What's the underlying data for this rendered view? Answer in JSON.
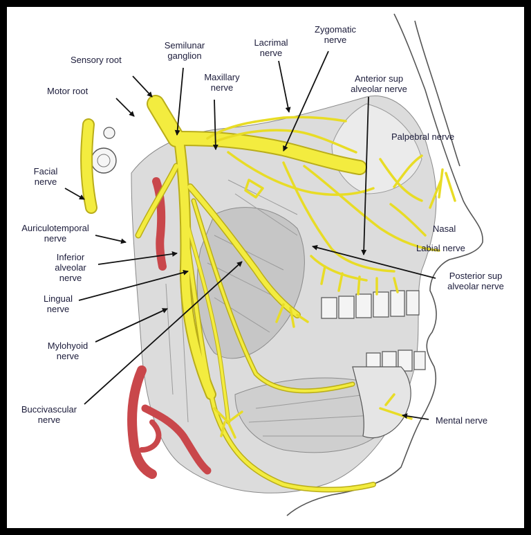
{
  "labels": {
    "sensory_root": "Sensory root",
    "semilunar_ganglion": [
      "Semilunar",
      "ganglion"
    ],
    "lacrimal_nerve": [
      "Lacrimal",
      "nerve"
    ],
    "zygomatic_nerve": [
      "Zygomatic",
      "nerve"
    ],
    "motor_root": "Motor root",
    "maxillary_nerve": [
      "Maxillary",
      "nerve"
    ],
    "anterior_sup_alveolar_nerve": [
      "Anterior sup",
      "alveolar nerve"
    ],
    "palpebral_nerve": "Palpebral nerve",
    "facial_nerve": [
      "Facial",
      "nerve"
    ],
    "nasal": "Nasal",
    "auriculotemporal_nerve": [
      "Auriculotemporal",
      "nerve"
    ],
    "labial_nerve": "Labial nerve",
    "inferior_alveolar_nerve": [
      "Inferior",
      "alveolar",
      "nerve"
    ],
    "posterior_sup_alveolar_nerve": [
      "Posterior sup",
      "alveolar nerve"
    ],
    "lingual_nerve": [
      "Lingual",
      "nerve"
    ],
    "mylohyoid_nerve": [
      "Mylohyoid",
      "nerve"
    ],
    "buccivascular_nerve": [
      "Buccivascular",
      "nerve"
    ],
    "mental_nerve": "Mental nerve"
  },
  "colors": {
    "frame": "#000000",
    "background": "#ffffff",
    "nerve": "#f3ec3f",
    "nerve_outline": "#b9ad19",
    "artery": "#c9474b",
    "tissue": "#d9d9d9",
    "line": "#4a4a4a",
    "label_text": "#1b1b3a"
  }
}
